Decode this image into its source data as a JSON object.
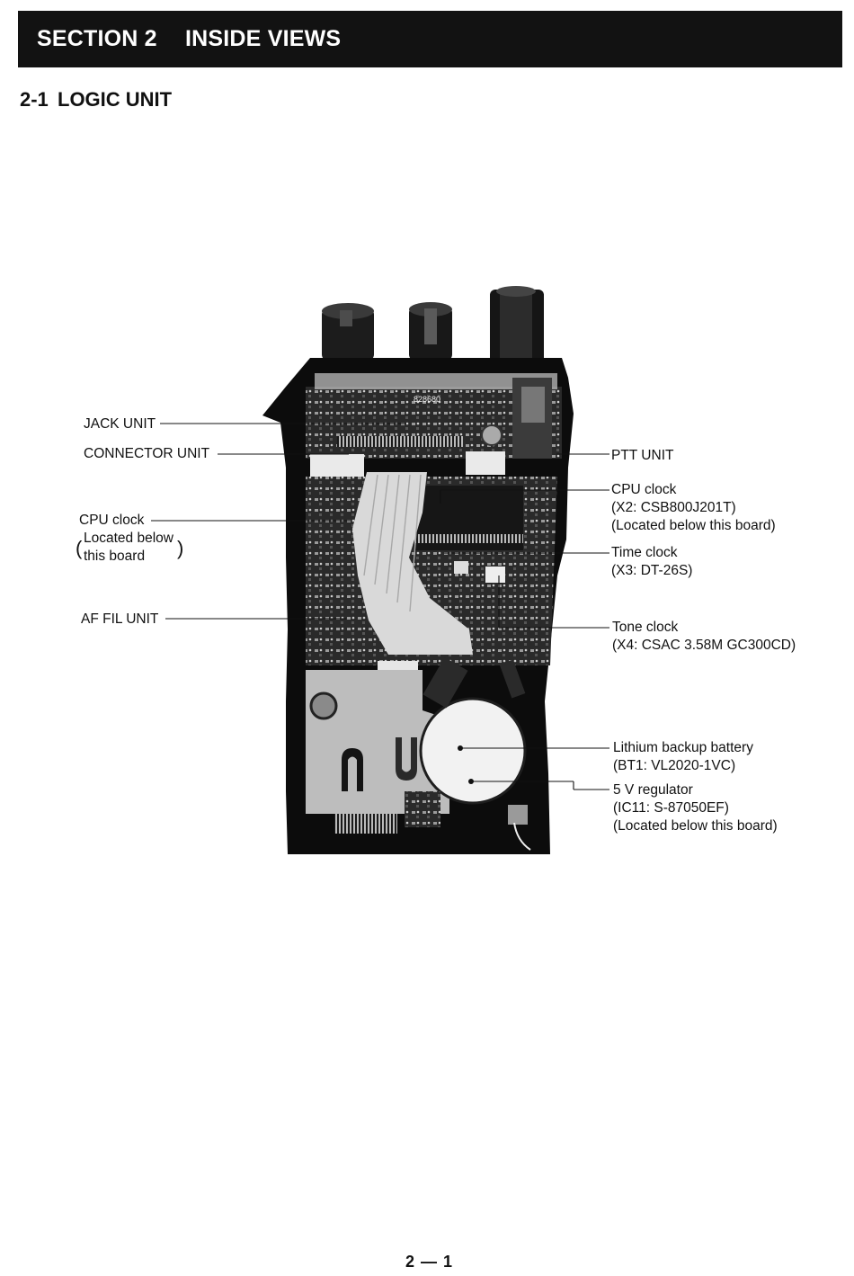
{
  "header": {
    "section_number": "SECTION 2",
    "section_title": "INSIDE VIEWS"
  },
  "subsection": {
    "number": "2-1",
    "title": "LOGIC UNIT"
  },
  "photo": {
    "board_marking": "828680"
  },
  "callouts_left": {
    "jack_unit": "JACK UNIT",
    "connector_unit": "CONNECTOR UNIT",
    "cpu_clock": "CPU clock",
    "cpu_clock_note_1": "Located below",
    "cpu_clock_note_2": "this board",
    "af_fil_unit": "AF FIL UNIT"
  },
  "callouts_right": {
    "ptt_unit": "PTT UNIT",
    "cpu_clock": "CPU clock",
    "cpu_clock_part": "(X2:  CSB800J201T)",
    "cpu_clock_note": "(Located below this board)",
    "time_clock": "Time clock",
    "time_clock_part": "(X3:  DT-26S)",
    "tone_clock": "Tone clock",
    "tone_clock_part": "(X4:  CSAC 3.58M GC300CD)",
    "battery": "Lithium backup battery",
    "battery_part": "(BT1:  VL2020-1VC)",
    "regulator": "5 V regulator",
    "regulator_part": "(IC11:  S-87050EF)",
    "regulator_note": "(Located below this board)"
  },
  "footer": {
    "page_number": "2 — 1"
  }
}
